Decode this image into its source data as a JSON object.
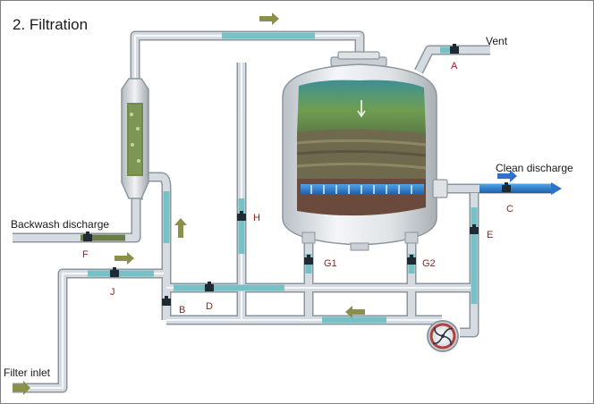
{
  "title": "2. Filtration",
  "labels": {
    "vent": "Vent",
    "clean_discharge": "Clean discharge",
    "backwash_discharge": "Backwash discharge",
    "filter_inlet": "Filter inlet"
  },
  "valves": {
    "a": "A",
    "b": "B",
    "c": "C",
    "d": "D",
    "e": "E",
    "f": "F",
    "g1": "G1",
    "g2": "G2",
    "h": "H",
    "j": "J"
  },
  "colors": {
    "pipe_outline": "#8c969e",
    "pipe_fill": "#d5dbe0",
    "flow_water": "#76c1c6",
    "flow_arrow": "#8a8f4a",
    "clean_arrow": "#2f73c8",
    "valve_label": "#8a1f1f",
    "frame": "#7f7f7f"
  }
}
